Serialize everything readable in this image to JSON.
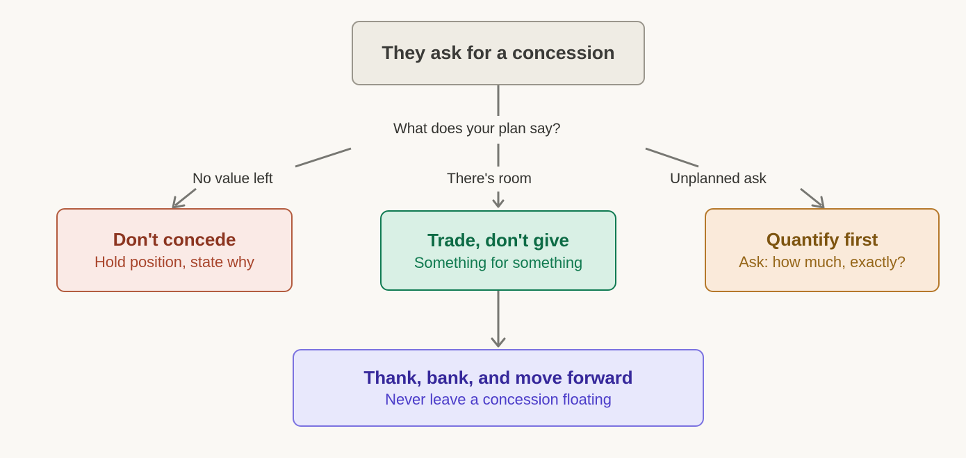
{
  "diagram": {
    "background_color": "#faf8f4",
    "edge_color": "#777772",
    "nodes": {
      "root": {
        "title": "They ask for a concession",
        "fill": "#efece4",
        "border": "#9a968c",
        "text_color": "#3b3b38"
      },
      "dont_concede": {
        "title": "Don't concede",
        "subtitle": "Hold position, state why",
        "fill": "#faeae6",
        "border": "#b35c3f",
        "text_color": "#8c3520"
      },
      "trade": {
        "title": "Trade, don't give",
        "subtitle": "Something for something",
        "fill": "#d9f0e5",
        "border": "#0f7a52",
        "text_color": "#0d6b45"
      },
      "quantify": {
        "title": "Quantify first",
        "subtitle": "Ask: how much, exactly?",
        "fill": "#faeada",
        "border": "#b5782a",
        "text_color": "#7d5410"
      },
      "thank": {
        "title": "Thank, bank, and move forward",
        "subtitle": "Never leave a concession floating",
        "fill": "#e8e8fc",
        "border": "#7b72e0",
        "text_color": "#36289b"
      }
    },
    "edge_labels": {
      "root_question": "What does your plan say?",
      "left": "No value left",
      "middle": "There's room",
      "right": "Unplanned ask"
    }
  }
}
